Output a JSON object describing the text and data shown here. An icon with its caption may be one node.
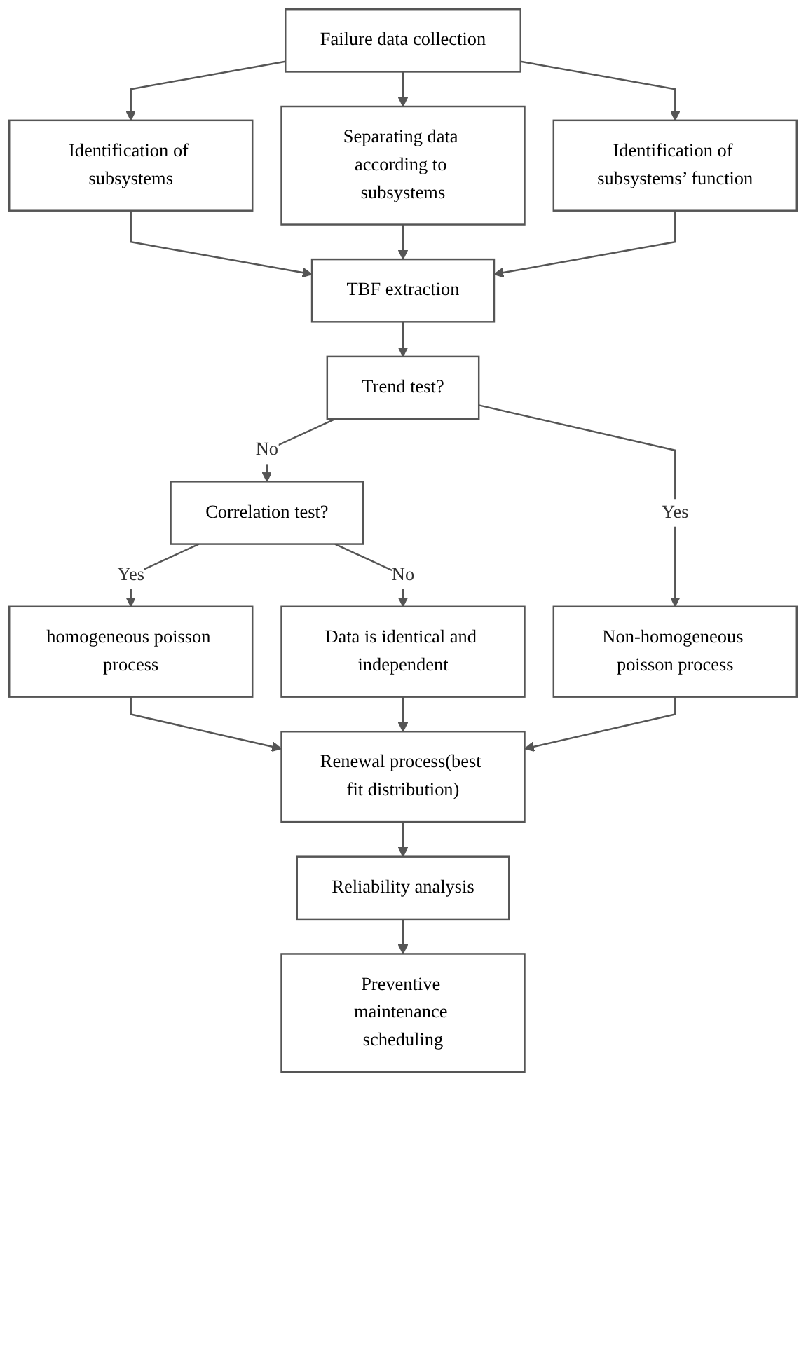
{
  "diagram": {
    "nodes": [
      {
        "text": [
          "Failure data collection"
        ]
      },
      {
        "text": [
          "Identification of subsystems"
        ]
      },
      {
        "text": [
          "Separating data according to subsystems"
        ]
      },
      {
        "text": [
          "Identification of subsystems’ function"
        ]
      },
      {
        "text": [
          "TBF extraction"
        ]
      },
      {
        "text": [
          "Trend test?"
        ]
      },
      {
        "text": [
          "Non-homogeneous poisson process"
        ]
      },
      {
        "text": [
          "Correlation test?"
        ]
      },
      {
        "text": [
          "homogeneous poisson process"
        ]
      },
      {
        "text": [
          "Data is identical and independent"
        ]
      },
      {
        "text": [
          "Renewal process(best fit distribution)"
        ]
      },
      {
        "text": [
          "Reliability analysis"
        ]
      },
      {
        "text": [
          "Preventive maintenance scheduling"
        ]
      }
    ],
    "edges": [
      {
        "from": 0,
        "to": 1,
        "arrow": "to"
      },
      {
        "from": 0,
        "to": 2,
        "arrow": "to"
      },
      {
        "from": 0,
        "to": 3,
        "arrow": "to"
      },
      {
        "from": 1,
        "to": 4,
        "arrow": "to"
      },
      {
        "from": 2,
        "to": 4,
        "arrow": "to"
      },
      {
        "from": 3,
        "to": 4,
        "arrow": "to"
      },
      {
        "from": 4,
        "to": 5,
        "arrow": "to"
      },
      {
        "from": 5,
        "to": 7,
        "arrow": "to",
        "label": "No"
      },
      {
        "from": 5,
        "to": 6,
        "arrow": "to",
        "label": "Yes"
      },
      {
        "from": 7,
        "to": 8,
        "arrow": "to",
        "label": "Yes"
      },
      {
        "from": 7,
        "to": 9,
        "arrow": "to",
        "label": "No"
      },
      {
        "from": 8,
        "to": 10,
        "arrow": "to"
      },
      {
        "from": 9,
        "to": 10,
        "arrow": "to"
      },
      {
        "from": 6,
        "to": 10,
        "arrow": "to"
      },
      {
        "from": 10,
        "to": 11,
        "arrow": "to"
      },
      {
        "from": 11,
        "to": 12,
        "arrow": "to"
      }
    ]
  }
}
